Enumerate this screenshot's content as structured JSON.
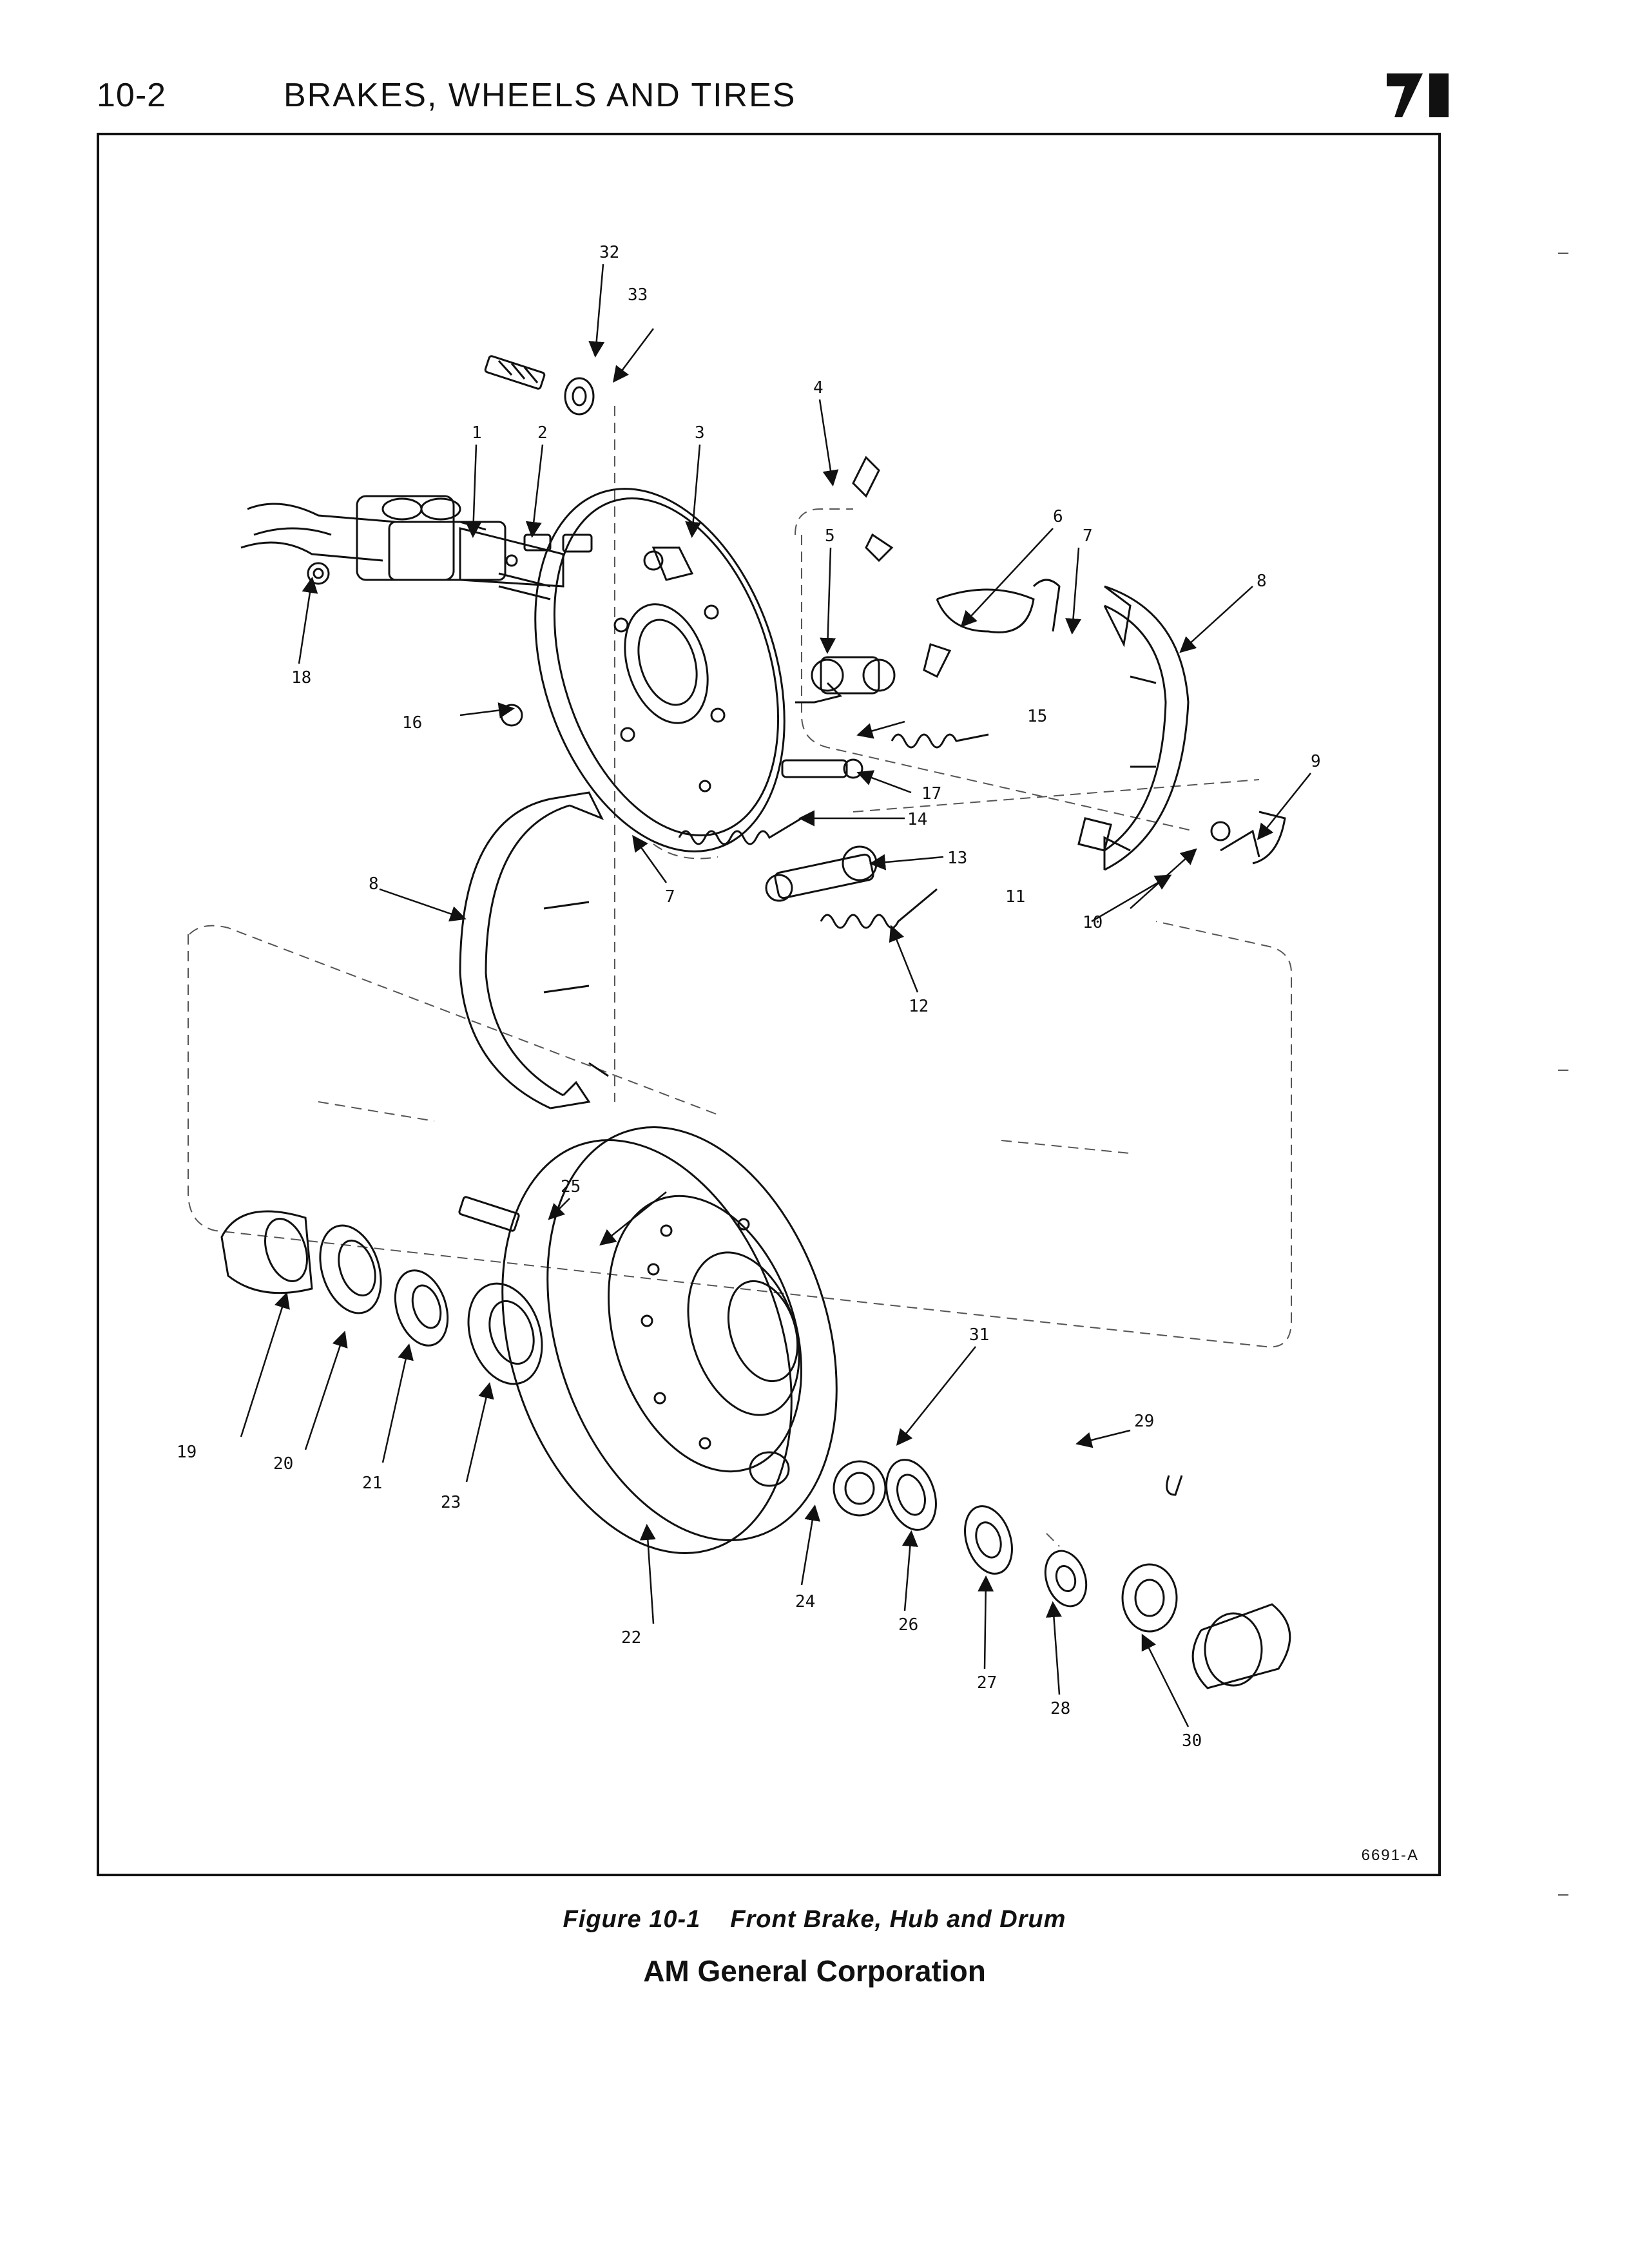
{
  "header": {
    "page_number": "10-2",
    "section_title": "BRAKES, WHEELS AND TIRES",
    "logo_icon": "am-general-logo-icon"
  },
  "figure": {
    "id": "6691-A",
    "caption_number": "Figure 10-1",
    "caption_title": "Front Brake, Hub and Drum",
    "callouts": [
      "1",
      "2",
      "3",
      "4",
      "5",
      "6",
      "7",
      "7",
      "8",
      "8",
      "9",
      "10",
      "11",
      "12",
      "13",
      "14",
      "15",
      "16",
      "17",
      "18",
      "19",
      "20",
      "21",
      "22",
      "23",
      "24",
      "25",
      "26",
      "27",
      "28",
      "29",
      "30",
      "31",
      "32",
      "33"
    ]
  },
  "footer": {
    "publisher": "AM General Corporation"
  }
}
